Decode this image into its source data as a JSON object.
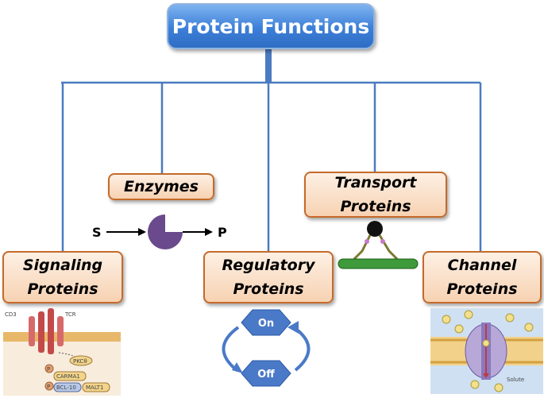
{
  "title": "Protein Functions",
  "categories": {
    "enzymes": "Enzymes",
    "transport": [
      "Transport",
      "Proteins"
    ],
    "signaling": [
      "Signaling",
      "Proteins"
    ],
    "regulatory": [
      "Regulatory",
      "Proteins"
    ],
    "channel": [
      "Channel",
      "Proteins"
    ]
  },
  "enzyme_reaction": {
    "substrate": "S",
    "product": "P"
  },
  "regulatory_states": {
    "on": "On",
    "off": "Off"
  },
  "signaling_labels": [
    "CD3",
    "TCR",
    "PKCθ",
    "CARMA1",
    "BCL-10",
    "MALT1",
    "P",
    "P"
  ],
  "channel_label": "Solute",
  "colors": {
    "title_fill": "#3c7fd8",
    "connector": "#4a7bc0",
    "box_border": "#c56a2a",
    "box_fill": "#f7d2b2",
    "enzyme": "#6a4a8c",
    "switch": "#4a79c8",
    "transport_rod": "#3e9a3a",
    "membrane": "#e8b86a"
  }
}
